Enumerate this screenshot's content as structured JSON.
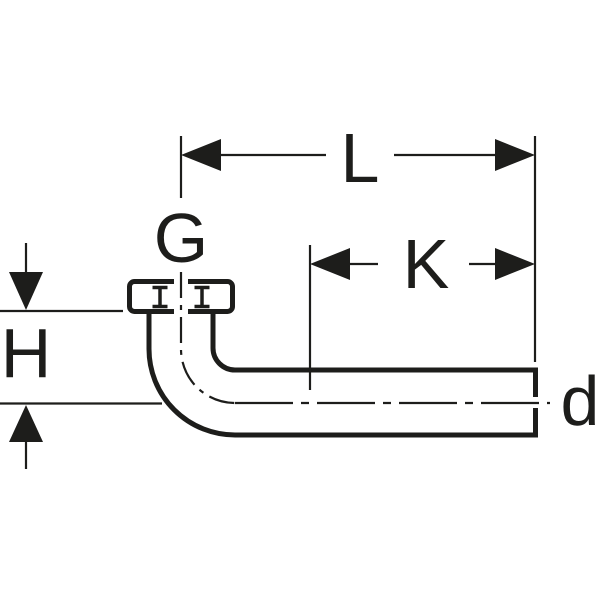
{
  "labels": {
    "L": "L",
    "G": "G",
    "K": "K",
    "H": "H",
    "d": "d"
  },
  "colors": {
    "ink": "#1d1d1b",
    "background": "#ffffff"
  }
}
